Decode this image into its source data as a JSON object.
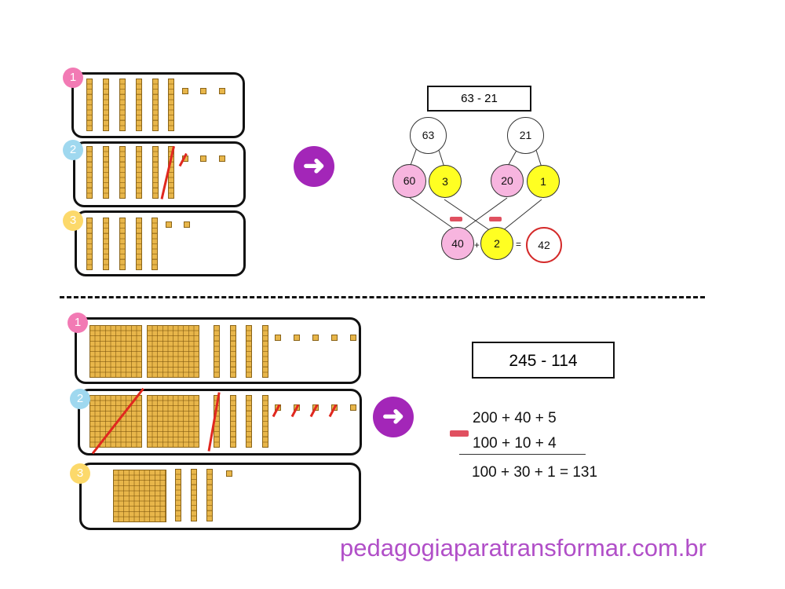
{
  "colors": {
    "badge_1": "#f27ab4",
    "badge_2": "#9fd8ef",
    "badge_3": "#fcd96b",
    "arrow": "#a326b8",
    "pink_circle": "#f7b5df",
    "yellow_circle": "#ffff22",
    "result_ring": "#d42a2a",
    "minus_mark": "#e05060",
    "watermark": "#b14fc8"
  },
  "icons": {
    "arrow": "right-arrow-icon",
    "minus": "minus-sign-icon",
    "strike": "red-strike-line"
  },
  "top": {
    "badges": [
      "1",
      "2",
      "3"
    ],
    "arrow_glyph": "➜",
    "expression": "63 - 21",
    "tree": {
      "left_root": "63",
      "right_root": "21",
      "left_tens": "60",
      "left_ones": "3",
      "right_tens": "20",
      "right_ones": "1",
      "result_tens": "40",
      "result_ones": "2",
      "plus": "+",
      "equals": "=",
      "total": "42"
    }
  },
  "bottom": {
    "badges": [
      "1",
      "2",
      "3"
    ],
    "arrow_glyph": "➜",
    "expression": "245 - 114",
    "line_1": "200 + 40 + 5",
    "line_2": "100 + 10 + 4",
    "line_3": "100 + 30 + 1 = 131"
  },
  "watermark": "pedagogiaparatransformar.com.br"
}
